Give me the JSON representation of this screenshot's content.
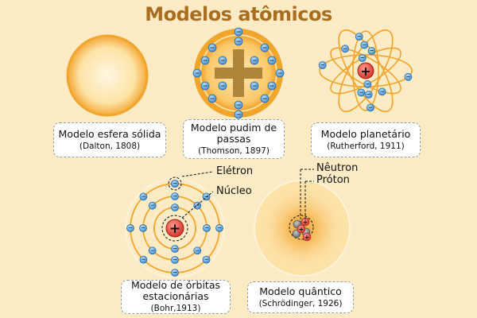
{
  "title": "Modelos atômicos",
  "models": [
    {
      "name": "Modelo esfera sólida",
      "sub": "(Dalton, 1808)"
    },
    {
      "name": "Modelo pudim de passas",
      "sub": "(Thomson, 1897)"
    },
    {
      "name": "Modelo planetário",
      "sub": "(Rutherford, 1911)"
    },
    {
      "name": "Modelo de órbitas estacionárias",
      "sub": "(Bohr,1913)"
    },
    {
      "name": "Modelo quântico",
      "sub": "(Schrödinger, 1926)"
    }
  ],
  "labels": {
    "electron": "Elétron",
    "nucleus": "Núcleo",
    "neutron": "Nêutron",
    "proton": "Próton"
  },
  "symbols": {
    "minus": "−",
    "plus": "+"
  },
  "colors": {
    "background": "#fcebc4",
    "title": "#a96d1f",
    "orange": "#f2a52b",
    "electron": "#5da6e0",
    "proton": "#e84a3c",
    "neutron": "#7d7d7d"
  }
}
